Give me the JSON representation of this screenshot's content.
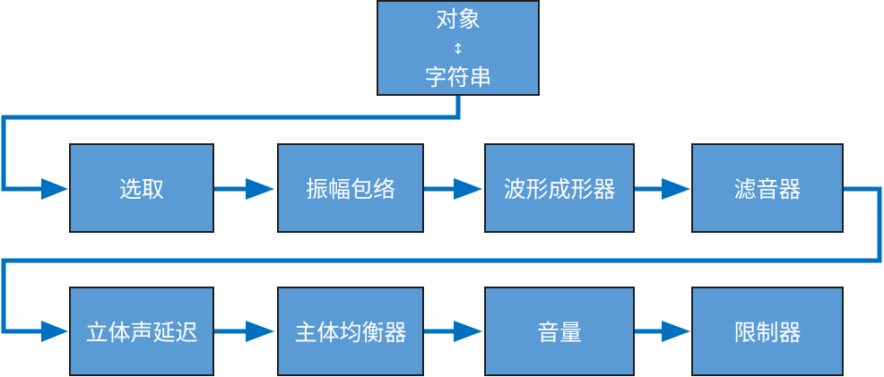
{
  "source": {
    "top_label": "对象",
    "bottom_label": "字符串",
    "arrow_glyph": "↕"
  },
  "row1": [
    "选取",
    "振幅包络",
    "波形成形器",
    "滤音器"
  ],
  "row2": [
    "立体声延迟",
    "主体均衡器",
    "音量",
    "限制器"
  ],
  "colors": {
    "box_fill": "#5b9bd5",
    "box_border": "#1f1f1f",
    "connector": "#0070c0",
    "text": "#ffffff"
  }
}
